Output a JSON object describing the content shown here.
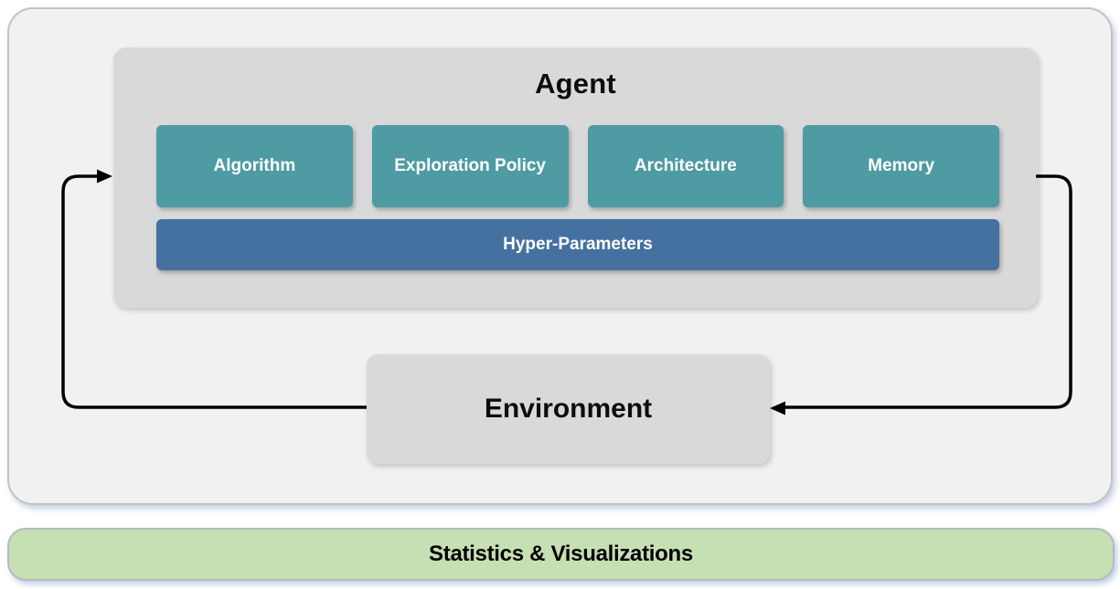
{
  "agent": {
    "title": "Agent",
    "components": [
      "Algorithm",
      "Exploration Policy",
      "Architecture",
      "Memory"
    ],
    "hyper_parameters_label": "Hyper-Parameters"
  },
  "environment_label": "Environment",
  "stats_label": "Statistics & Visualizations",
  "colors": {
    "component_teal": "#4E9BA3",
    "hyper_parameters_blue": "#44719F",
    "container_gray": "#D9D9D9",
    "panel_gray": "#F1F1F2",
    "stats_green": "#C6E0B4",
    "arrow_black": "#000000"
  }
}
